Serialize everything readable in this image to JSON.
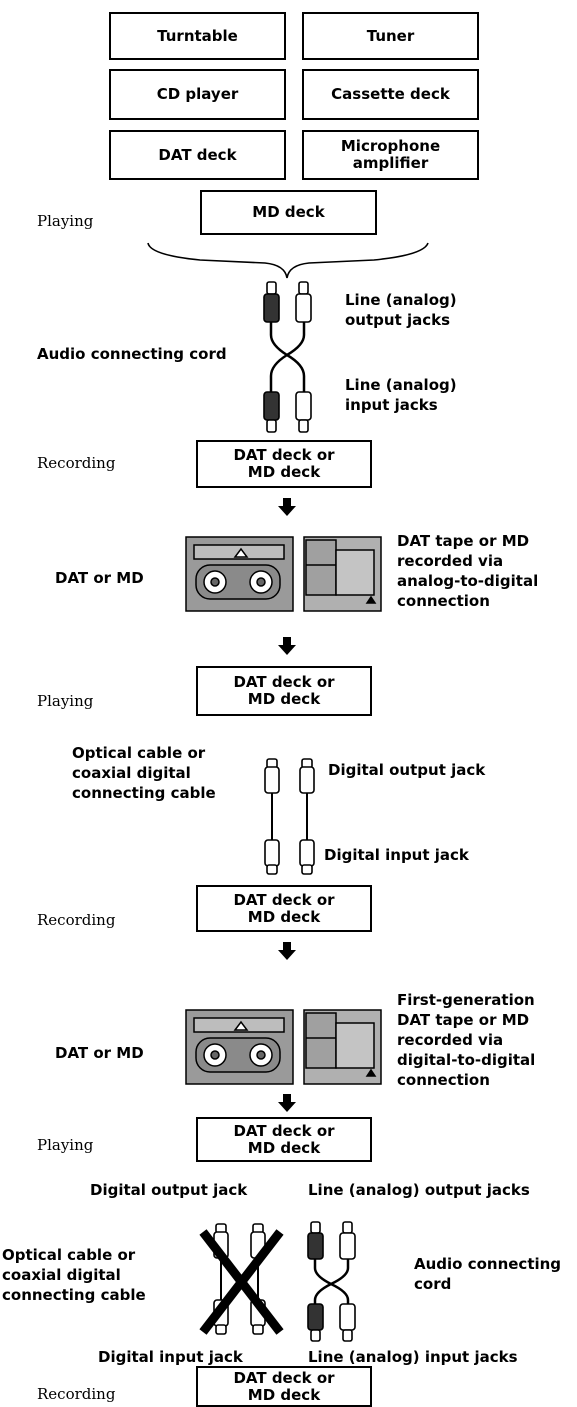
{
  "sources": {
    "turntable": "Turntable",
    "tuner": "Tuner",
    "cd_player": "CD player",
    "cassette_deck": "Cassette deck",
    "dat_deck": "DAT deck",
    "microphone_amplifier_1": "Microphone",
    "microphone_amplifier_2": "amplifier"
  },
  "stage1": {
    "playing_label": "Playing",
    "md_deck": "MD deck",
    "line_output_1": "Line (analog)",
    "line_output_2": "output jacks",
    "cord_label": "Audio connecting cord",
    "line_input_1": "Line (analog)",
    "line_input_2": "input jacks",
    "recording_label": "Recording",
    "rec_box_1": "DAT deck or",
    "rec_box_2": "MD deck"
  },
  "media1": {
    "label": "DAT or MD",
    "desc": [
      "DAT tape or MD",
      "recorded via",
      "analog-to-digital",
      "connection"
    ]
  },
  "stage2": {
    "playing_label": "Playing",
    "box_1": "DAT deck or",
    "box_2": "MD deck",
    "cable_label": [
      "Optical cable or",
      "coaxial digital",
      "connecting cable"
    ],
    "digital_output": "Digital output jack",
    "digital_input": "Digital input jack",
    "recording_label": "Recording",
    "rec_box_1": "DAT deck or",
    "rec_box_2": "MD deck"
  },
  "media2": {
    "label": "DAT or MD",
    "desc": [
      "First-generation",
      "DAT tape or MD",
      "recorded via",
      "digital-to-digital",
      "connection"
    ]
  },
  "stage3": {
    "playing_label": "Playing",
    "box_1": "DAT deck or",
    "box_2": "MD deck",
    "digital_output": "Digital output jack",
    "line_output": "Line (analog) output jacks",
    "cable_label": [
      "Optical cable or",
      "coaxial digital",
      "connecting cable"
    ],
    "cord_label": [
      "Audio connecting",
      "cord"
    ],
    "digital_input": "Digital input jack",
    "line_input": "Line (analog) input jacks",
    "recording_label": "Recording",
    "rec_box_1": "DAT deck or",
    "rec_box_2": "MD deck"
  },
  "colors": {
    "ink": "#000000",
    "cassette_fill": "#9a9a9a",
    "md_fill": "#b0b0b0",
    "background": "#ffffff"
  }
}
